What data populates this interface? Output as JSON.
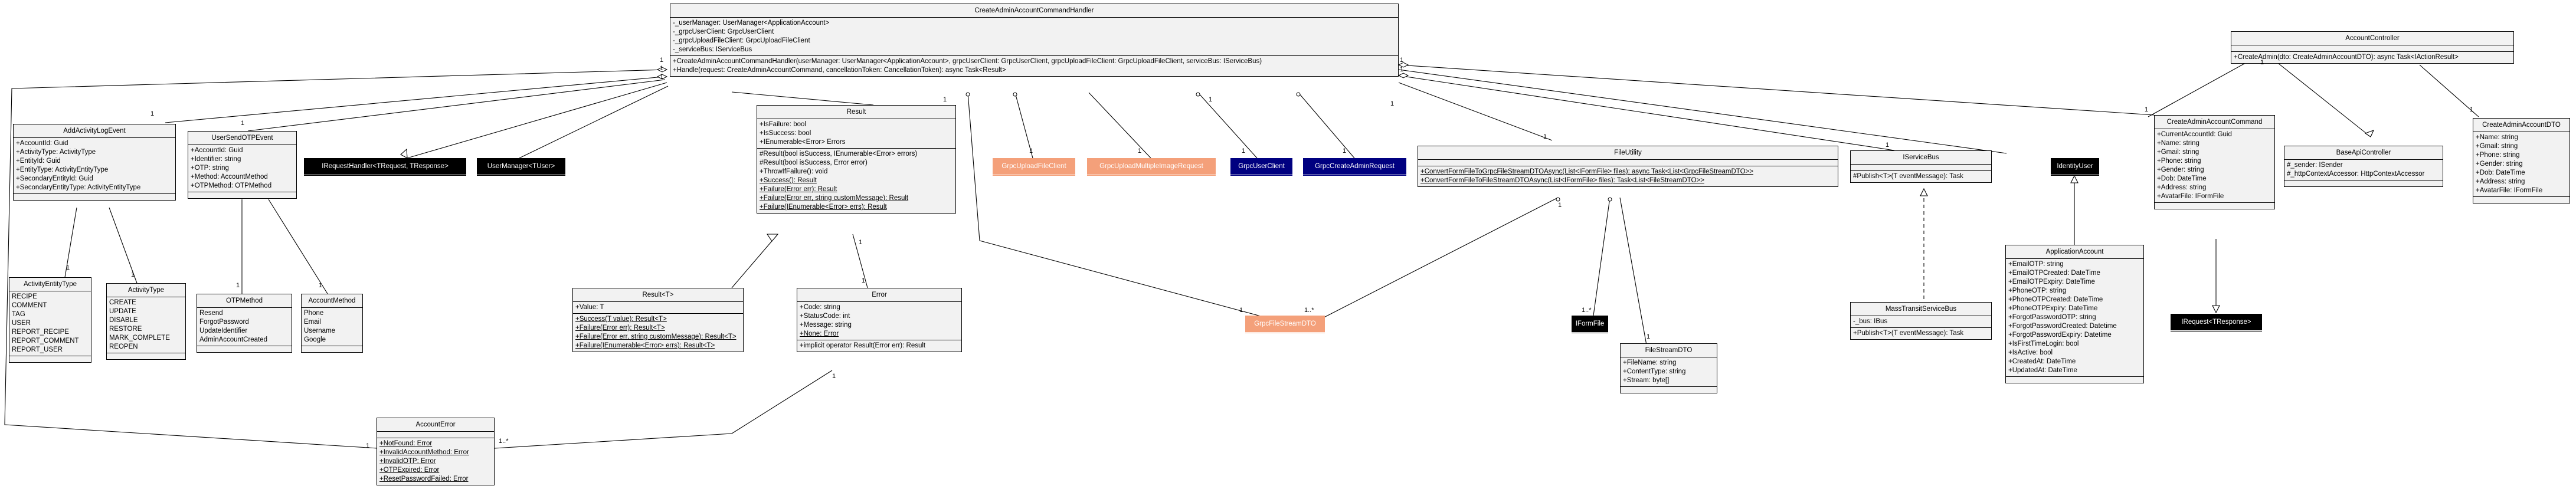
{
  "classes": {
    "handler": {
      "title": "CreateAdminAccountCommandHandler",
      "fields": [
        "-_userManager: UserManager<ApplicationAccount>",
        "-_grpcUserClient: GrpcUserClient",
        "-_grpcUploadFileClient: GrpcUploadFileClient",
        "-_serviceBus: IServiceBus"
      ],
      "methods": [
        "+CreateAdminAccountCommandHandler(userManager: UserManager<ApplicationAccount>, grpcUserClient: GrpcUserClient, grpcUploadFileClient: GrpcUploadFileClient, serviceBus: IServiceBus)",
        "+Handle(request: CreateAdminAccountCommand, cancellationToken: CancellationToken): async Task<Result>"
      ]
    },
    "account_controller": {
      "title": "AccountController",
      "fields": [],
      "methods": [
        "+CreateAdmin(dto: CreateAdminAccountDTO): async Task<IActionResult>"
      ]
    },
    "add_activity_log_event": {
      "title": "AddActivityLogEvent",
      "fields": [
        "+AccountId: Guid",
        "+ActivityType: ActivityType",
        "+EntityId: Guid",
        "+EntityType: ActivityEntityType",
        "+SecondaryEntityId: Guid",
        "+SecondaryEntityType: ActivityEntityType"
      ],
      "methods": []
    },
    "user_send_otp_event": {
      "title": "UserSendOTPEvent",
      "fields": [
        "+AccountId: Guid",
        "+Identifier: string",
        "+OTP: string",
        "+Method: AccountMethod",
        "+OTPMethod: OTPMethod"
      ],
      "methods": []
    },
    "result": {
      "title": "Result",
      "fields": [
        "+IsFailure: bool",
        "+IsSuccess: bool",
        "+IEnumerable<Error> Errors"
      ],
      "methods": [
        "#Result(bool isSuccess, IEnumerable<Error> errors)",
        "#Result(bool isSuccess, Error error)",
        "+ThrowIfFailure(): void",
        "+Success(): Result",
        "+Failure(Error err): Result",
        "+Failure(Error err, string customMessage): Result",
        "+Failure(IEnumerable<Error> errs): Result"
      ]
    },
    "file_utility": {
      "title": "FileUtility",
      "fields": [],
      "methods": [
        "+ConvertFormFileToGrpcFileStreamDTOAsync(List<IFormFile> files): async Task<List<GrpcFileStreamDTO>>",
        "+ConvertFormFileToFileStreamDTOAsync(List<IFormFile> files): Task<List<FileStreamDTO>>"
      ]
    },
    "iservice_bus": {
      "title": "IServiceBus",
      "fields": [],
      "methods": [
        "#Publish<T>(T eventMessage): Task"
      ]
    },
    "create_admin_account_command": {
      "title": "CreateAdminAccountCommand",
      "fields": [
        "+CurrentAccountId: Guid",
        "+Name: string",
        "+Gmail: string",
        "+Phone: string",
        "+Gender: string",
        "+Dob: DateTime",
        "+Address: string",
        "+AvatarFile: IFormFile"
      ],
      "methods": []
    },
    "base_api_controller": {
      "title": "BaseApiController",
      "fields": [
        "#_sender: ISender",
        "#_httpContextAccessor: HttpContextAccessor"
      ],
      "methods": []
    },
    "create_admin_account_dto": {
      "title": "CreateAdminAccountDTO",
      "fields": [
        "+Name: string",
        "+Gmail: string",
        "+Phone: string",
        "+Gender: string",
        "+Dob: DateTime",
        "+Address: string",
        "+AvatarFile: IFormFile"
      ],
      "methods": []
    },
    "activity_entity_type": {
      "title": "ActivityEntityType",
      "fields": [
        "RECIPE",
        "COMMENT",
        "TAG",
        "USER",
        "REPORT_RECIPE",
        "REPORT_COMMENT",
        "REPORT_USER"
      ],
      "methods": []
    },
    "activity_type": {
      "title": "ActivityType",
      "fields": [
        "CREATE",
        "UPDATE",
        "DISABLE",
        "RESTORE",
        "MARK_COMPLETE",
        "REOPEN"
      ],
      "methods": []
    },
    "otp_method": {
      "title": "OTPMethod",
      "fields": [
        "Resend",
        "ForgotPassword",
        "UpdateIdentifier",
        "AdminAccountCreated"
      ],
      "methods": []
    },
    "account_method": {
      "title": "AccountMethod",
      "fields": [
        "Phone",
        "Email",
        "Username",
        "Google"
      ],
      "methods": []
    },
    "result_t": {
      "title": "Result<T>",
      "fields": [
        "+Value: T"
      ],
      "methods": [
        "+Success(T value): Result<T>",
        "+Failure(Error err): Result<T>",
        "+Failure(Error err, string customMessage): Result<T>",
        "+Failure(IEnumerable<Error> errs): Result<T>"
      ]
    },
    "error": {
      "title": "Error",
      "fields": [
        "+Code: string",
        "+StatusCode: int",
        "+Message: string",
        "+None: Error"
      ],
      "methods": [
        "+implicit operator Result(Error err): Result"
      ]
    },
    "mass_transit_service_bus": {
      "title": "MassTransitServiceBus",
      "fields": [
        "-_bus: IBus"
      ],
      "methods": [
        "+Publish<T>(T eventMessage): Task"
      ]
    },
    "file_stream_dto": {
      "title": "FileStreamDTO",
      "fields": [
        "+FileName: string",
        "+ContentType: string",
        "+Stream: byte[]"
      ],
      "methods": []
    },
    "application_account": {
      "title": "ApplicationAccount",
      "fields": [
        "+EmailOTP: string",
        "+EmailOTPCreated: DateTime",
        "+EmailOTPExpiry: DateTime",
        "+PhoneOTP: string",
        "+PhoneOTPCreated: DateTime",
        "+PhoneOTPExpiry: DateTime",
        "+ForgotPasswordOTP: string",
        "+ForgotPasswordCreated: Datetime",
        "+ForgotPasswordExpiry: Datetime",
        "+IsFirstTimeLogin: bool",
        "+IsActive: bool",
        "+CreatedAt: DateTime",
        "+UpdatedAt: DateTime"
      ],
      "methods": []
    },
    "account_error": {
      "title": "AccountError",
      "fields": [],
      "methods": [
        "+NotFound: Error",
        "+InvalidAccountMethod: Error",
        "+InvalidOTP: Error",
        "+OTPExpired: Error",
        "+ResetPasswordFailed: Error"
      ]
    }
  },
  "tags": {
    "irequest_handler": "IRequestHandler<TRequest, TResponse>",
    "user_manager": "UserManager<TUser>",
    "grpc_upload_file_client": "GrpcUploadFileClient",
    "grpc_upload_multiple_image_request": "GrpcUploadMultipleImageRequest",
    "grpc_user_client": "GrpcUserClient",
    "grpc_create_admin_request": "GrpcCreateAdminRequest",
    "identity_user": "IdentityUser",
    "grpc_file_stream_dto": "GrpcFileStreamDTO",
    "iform_file": "IFormFile",
    "irequest": "IRequest<TResponse>"
  },
  "multiplicities": [
    "1",
    "1",
    "1",
    "1",
    "1",
    "1",
    "1",
    "1",
    "1",
    "1",
    "1",
    "1",
    "1",
    "1",
    "1",
    "1",
    "1",
    "1",
    "1",
    "1",
    "1",
    "1",
    "1",
    "1",
    "1",
    "1..*",
    "1",
    "1",
    "1..*",
    "1",
    "1..*",
    "1",
    "1"
  ],
  "colors": {
    "box_fill": "#f2f2f2",
    "orange": "#f4a07a",
    "navy": "#000080",
    "black": "#000000"
  }
}
